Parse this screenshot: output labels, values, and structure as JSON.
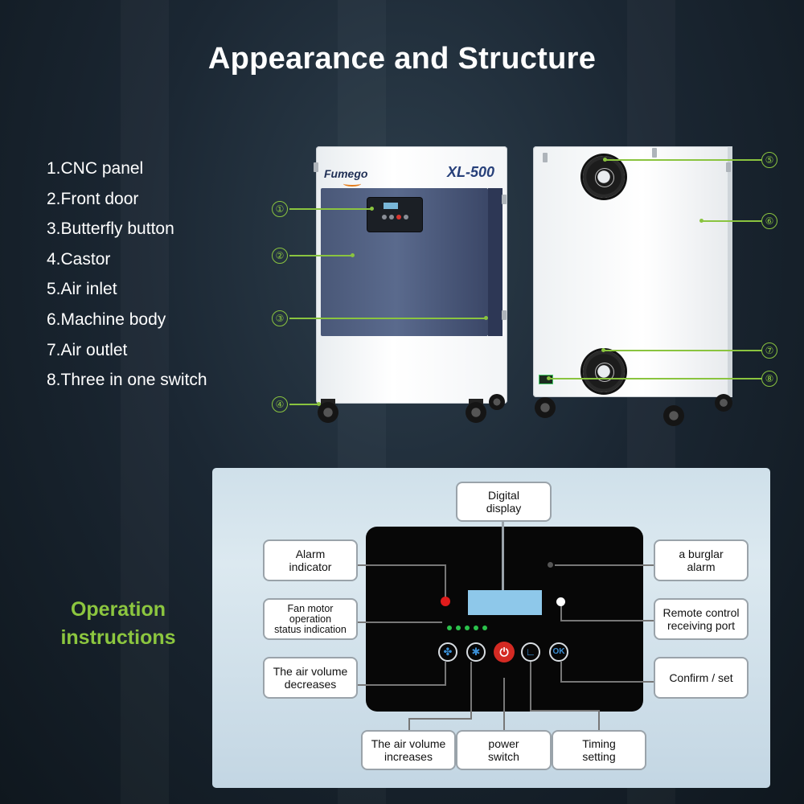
{
  "title": "Appearance and Structure",
  "legend": [
    "1.CNC panel",
    "2.Front door",
    "3.Butterfly button",
    "4.Castor",
    "5.Air inlet",
    "6.Machine body",
    "7.Air outlet",
    "8.Three in one switch"
  ],
  "machine": {
    "brand": "Fumego",
    "model": "XL-500"
  },
  "callouts": [
    "①",
    "②",
    "③",
    "④",
    "⑤",
    "⑥",
    "⑦",
    "⑧"
  ],
  "operation": {
    "title_line1": "Operation",
    "title_line2": "instructions",
    "labels": {
      "digital_display": [
        "Digital",
        "display"
      ],
      "alarm_indicator": [
        "Alarm",
        "indicator"
      ],
      "fan_motor": [
        "Fan motor",
        "operation",
        "status indication"
      ],
      "air_decreases": [
        "The air volume",
        "decreases"
      ],
      "burglar_alarm": [
        "a burglar",
        "alarm"
      ],
      "remote_port": [
        "Remote control",
        "receiving port"
      ],
      "confirm_set": "Confirm / set",
      "air_increases": [
        "The air volume",
        "increases"
      ],
      "power_switch": [
        "power",
        "switch"
      ],
      "timing_setting": [
        "Timing",
        "setting"
      ]
    },
    "button_icons": [
      "fan-low-icon",
      "fan-high-icon",
      "power-icon",
      "clock-icon",
      "confirm-icon"
    ]
  },
  "colors": {
    "accent_green": "#8cc63f",
    "door_blue": "#4f5e82",
    "lcd_blue": "#8ec8ea",
    "power_red": "#d42a23"
  }
}
